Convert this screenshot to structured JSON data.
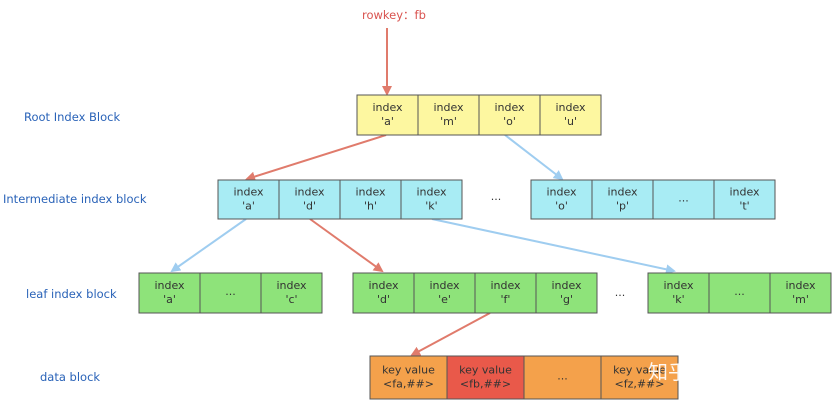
{
  "rowkey_label": "rowkey：fb",
  "levels": {
    "root": "Root Index Block",
    "intermediate": "Intermediate index block",
    "leaf": "leaf index block",
    "data": "data block"
  },
  "root_block": [
    [
      "index",
      "'a'"
    ],
    [
      "index",
      "'m'"
    ],
    [
      "index",
      "'o'"
    ],
    [
      "index",
      "'u'"
    ]
  ],
  "intermediate_left": [
    [
      "index",
      "'a'"
    ],
    [
      "index",
      "'d'"
    ],
    [
      "index",
      "'h'"
    ],
    [
      "index",
      "'k'"
    ]
  ],
  "intermediate_gap": "...",
  "intermediate_right": [
    [
      "index",
      "'o'"
    ],
    [
      "index",
      "'p'"
    ],
    [
      "...",
      ""
    ],
    [
      "index",
      "'t'"
    ]
  ],
  "leaf_1": [
    [
      "index",
      "'a'"
    ],
    [
      "...",
      ""
    ],
    [
      "index",
      "'c'"
    ]
  ],
  "leaf_2": [
    [
      "index",
      "'d'"
    ],
    [
      "index",
      "'e'"
    ],
    [
      "index",
      "'f'"
    ],
    [
      "index",
      "'g'"
    ]
  ],
  "leaf_gap": "...",
  "leaf_3": [
    [
      "index",
      "'k'"
    ],
    [
      "...",
      ""
    ],
    [
      "index",
      "'m'"
    ]
  ],
  "data_block": [
    [
      "key value",
      "<fa,##>"
    ],
    [
      "key value",
      "<fb,##>"
    ],
    [
      "...",
      ""
    ],
    [
      "key value",
      "<fz,##>"
    ]
  ],
  "watermark": "知乎 @老诺的爸",
  "colors": {
    "root_fill": "#fdf7a0",
    "intermediate_fill": "#a8ecf4",
    "leaf_fill": "#8ee37a",
    "data_fill": "#f4a14b",
    "data_highlight": "#e9594a",
    "search_path_arrow": "#e07b6c",
    "other_arrow": "#9fcdf0"
  }
}
